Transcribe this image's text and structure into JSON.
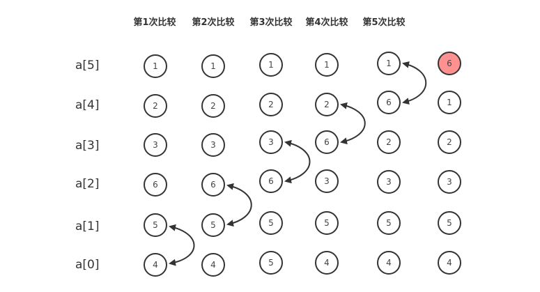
{
  "headers": [
    "第1次比较",
    "第2次比较",
    "第3次比较",
    "第4次比较",
    "第5次比较"
  ],
  "row_labels": [
    "a[5]",
    "a[4]",
    "a[3]",
    "a[2]",
    "a[1]",
    "a[0]"
  ],
  "columns": [
    {
      "values": [
        "1",
        "2",
        "3",
        "6",
        "5",
        "4"
      ]
    },
    {
      "values": [
        "1",
        "2",
        "3",
        "6",
        "5",
        "4"
      ]
    },
    {
      "values": [
        "1",
        "2",
        "3",
        "6",
        "5",
        "5"
      ]
    },
    {
      "values": [
        "1",
        "2",
        "6",
        "3",
        "5",
        "4"
      ]
    },
    {
      "values": [
        "1",
        "6",
        "2",
        "3",
        "5",
        "4"
      ]
    },
    {
      "values": [
        "6",
        "1",
        "2",
        "3",
        "5",
        "4"
      ]
    }
  ],
  "highlight": {
    "column": 5,
    "row": 0,
    "value": "6",
    "color": "#ff9191"
  },
  "swaps": [
    {
      "column": 0,
      "rows": [
        "a[1]",
        "a[0]"
      ]
    },
    {
      "column": 1,
      "rows": [
        "a[2]",
        "a[1]"
      ]
    },
    {
      "column": 2,
      "rows": [
        "a[3]",
        "a[2]"
      ]
    },
    {
      "column": 3,
      "rows": [
        "a[4]",
        "a[3]"
      ]
    },
    {
      "column": 4,
      "rows": [
        "a[5]",
        "a[4]"
      ]
    }
  ]
}
